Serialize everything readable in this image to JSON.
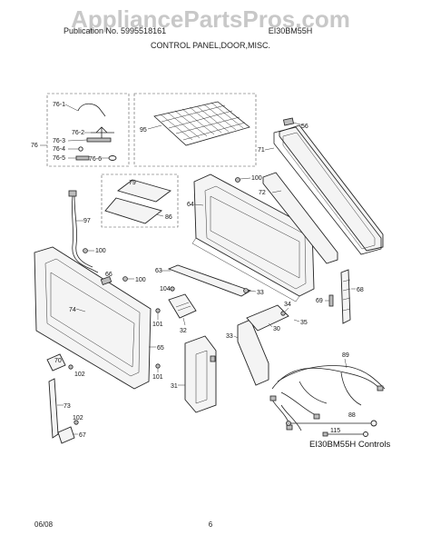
{
  "watermark": "AppliancePartsPros.com",
  "header": {
    "left_code": "Publication No. 5995518161",
    "right_code": "EI30BM55H",
    "section_title": "CONTROL PANEL,DOOR,MISC."
  },
  "callouts": {
    "c76_1": "76-1",
    "c76_2": "76-2",
    "c76_3": "76-3",
    "c76_4": "76-4",
    "c76_5": "76-5",
    "c76_6": "76-6",
    "c76": "76",
    "c95": "95",
    "c56": "56",
    "c71": "71",
    "c79": "79",
    "c86": "86",
    "c100a": "100",
    "c72": "72",
    "c64": "64",
    "c97": "97",
    "c100b": "100",
    "c66": "66",
    "c100c": "100",
    "c63": "63",
    "c33a": "33",
    "c68": "68",
    "c104": "104",
    "c69": "69",
    "c74": "74",
    "c32": "32",
    "c34": "34",
    "c101a": "101",
    "c30": "30",
    "c35": "35",
    "c33b": "33",
    "c65": "65",
    "c70": "70",
    "c102a": "102",
    "c101b": "101",
    "c89": "89",
    "c31": "31",
    "c73": "73",
    "c102b": "102",
    "c67": "67",
    "c88": "88",
    "c115": "115"
  },
  "model_caption": "EI30BM55H Controls",
  "footer": {
    "date": "06/08",
    "page": "6"
  }
}
